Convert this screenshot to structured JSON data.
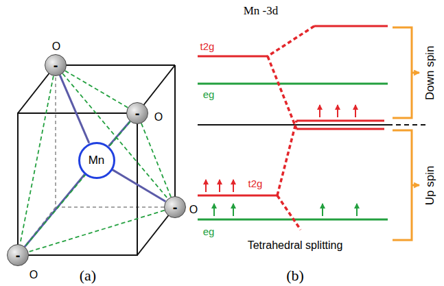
{
  "diagram": {
    "nodes": [
      {
        "text": [
          "Mn"
        ]
      },
      {
        "text": [
          "-",
          "O"
        ]
      },
      {
        "text": [
          "-",
          "O"
        ]
      },
      {
        "text": [
          "-",
          "O"
        ]
      },
      {
        "text": [
          "-",
          "O"
        ]
      }
    ],
    "edges": [
      {
        "from": 0,
        "to": 1,
        "arrow": "none"
      },
      {
        "from": 0,
        "to": 2,
        "arrow": "none"
      },
      {
        "from": 0,
        "to": 3,
        "arrow": "none"
      },
      {
        "from": 0,
        "to": 4,
        "arrow": "none"
      },
      {
        "from": 1,
        "to": 2,
        "arrow": "none"
      },
      {
        "from": 1,
        "to": 3,
        "arrow": "none"
      },
      {
        "from": 1,
        "to": 4,
        "arrow": "none"
      },
      {
        "from": 2,
        "to": 3,
        "arrow": "none"
      },
      {
        "from": 2,
        "to": 4,
        "arrow": "none"
      },
      {
        "from": 3,
        "to": 4,
        "arrow": "none"
      }
    ],
    "labels": [
      "(a)",
      "Mn -3d",
      "t2g",
      "eg",
      "t2g",
      "eg",
      "Down spin",
      "Up spin",
      "Tetrahedral splitting",
      "(b)"
    ]
  }
}
